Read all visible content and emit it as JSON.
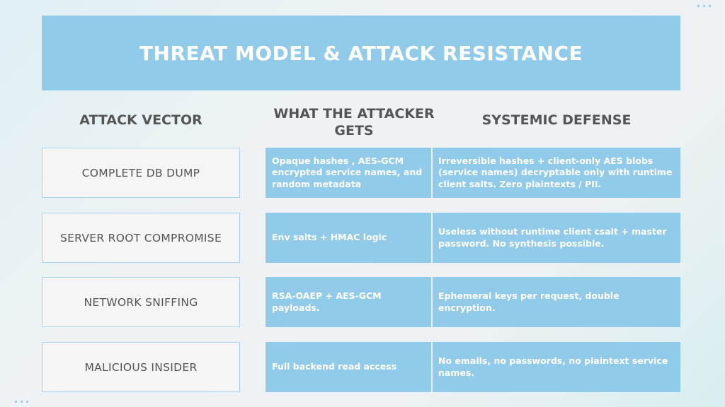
{
  "title": "THREAT MODEL & ATTACK RESISTANCE",
  "headers": {
    "attack_vector": "ATTACK VECTOR",
    "attacker_gets": "WHAT THE ATTACKER GETS",
    "defense": "SYSTEMIC DEFENSE"
  },
  "rows": [
    {
      "vector": "COMPLETE DB DUMP",
      "gets": "Opaque hashes , AES-GCM encrypted service names, and random metadata",
      "defense": "Irreversible hashes + client-only AES blobs (service names) decryptable only with runtime client salts. Zero plaintexts / PII."
    },
    {
      "vector": "SERVER ROOT COMPROMISE",
      "gets": "Env salts + HMAC logic",
      "defense": "Useless without runtime client csalt + master password. No synthesis possible."
    },
    {
      "vector": "NETWORK SNIFFING",
      "gets": "RSA-OAEP + AES-GCM payloads.",
      "defense": "Ephemeral keys per request, double encryption."
    },
    {
      "vector": "MALICIOUS INSIDER",
      "gets": "Full backend read access",
      "defense": "No emails, no passwords, no plaintext service names."
    }
  ],
  "colors": {
    "accent": "#92cbea",
    "cell_bg": "#f5f5f5",
    "heading_text": "#555555"
  }
}
